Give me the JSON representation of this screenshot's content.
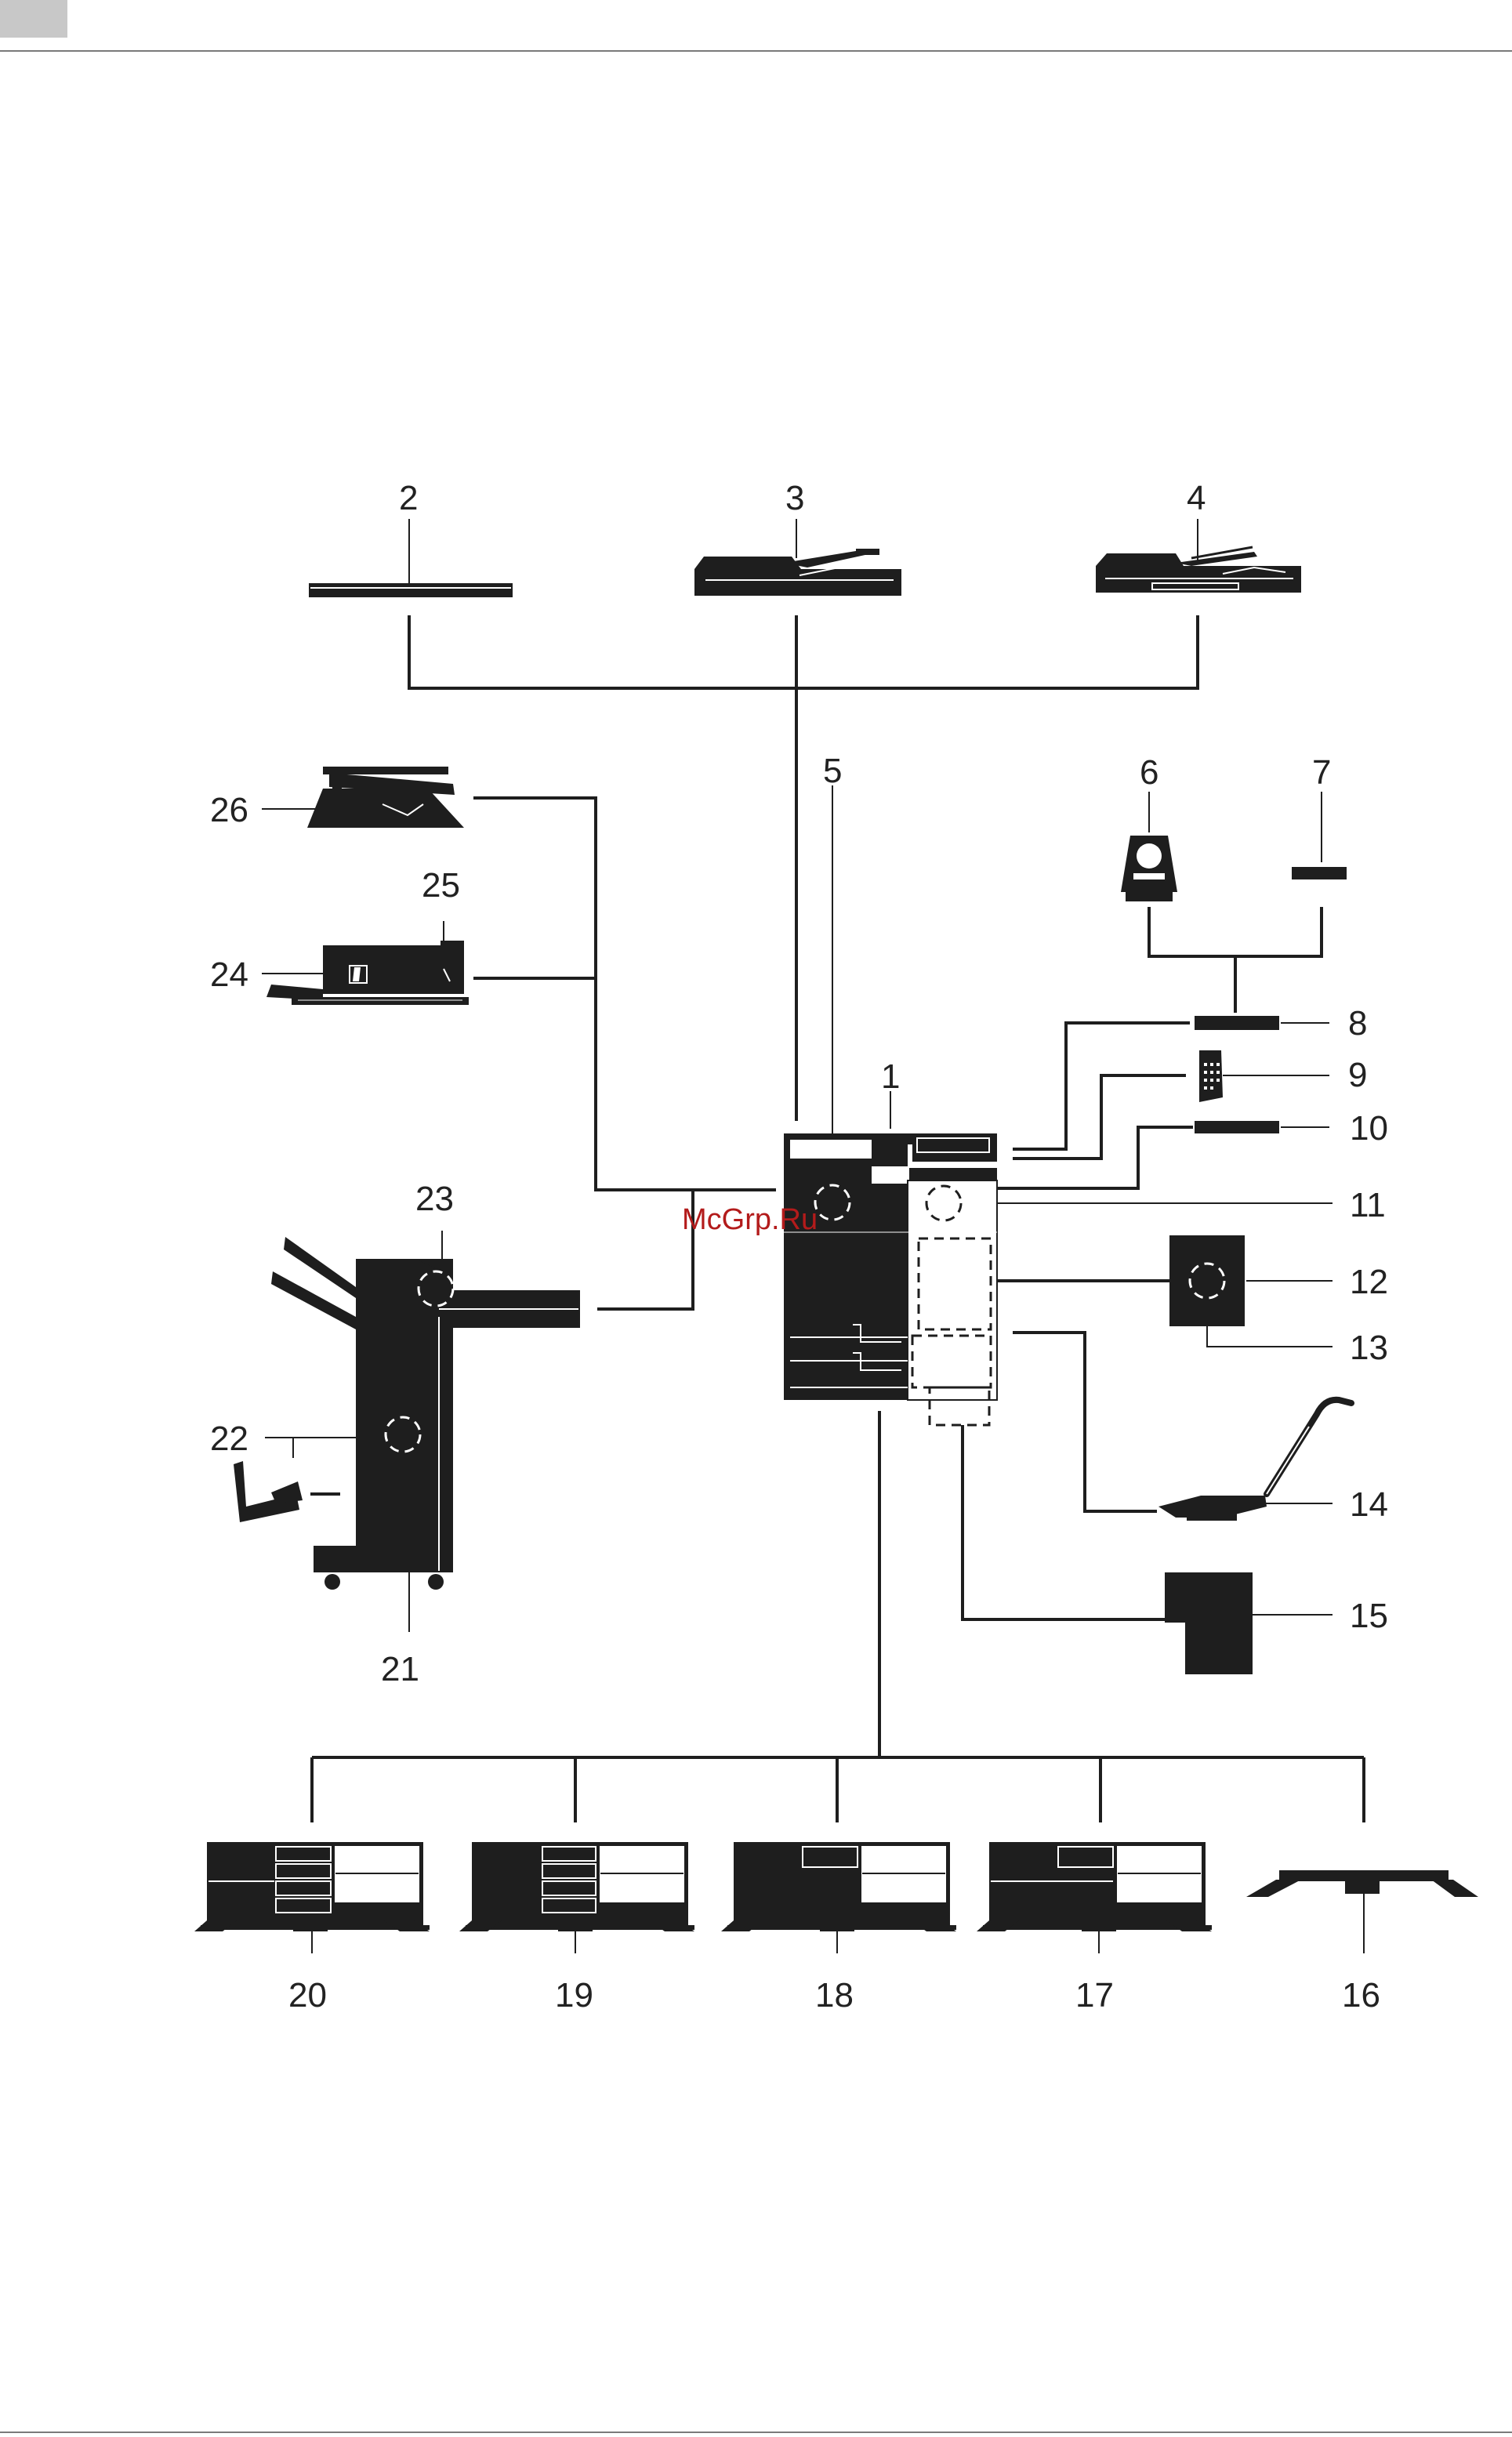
{
  "watermark": "McGrp.Ru",
  "labels": {
    "n1": "1",
    "n2": "2",
    "n3": "3",
    "n4": "4",
    "n5": "5",
    "n6": "6",
    "n7": "7",
    "n8": "8",
    "n9": "9",
    "n10": "10",
    "n11": "11",
    "n12": "12",
    "n13": "13",
    "n14": "14",
    "n15": "15",
    "n16": "16",
    "n17": "17",
    "n18": "18",
    "n19": "19",
    "n20": "20",
    "n21": "21",
    "n22": "22",
    "n23": "23",
    "n24": "24",
    "n25": "25",
    "n26": "26"
  },
  "colors": {
    "ink": "#1e1e1e",
    "header_tab": "#c8c8c8",
    "watermark": "#b31b1b"
  }
}
